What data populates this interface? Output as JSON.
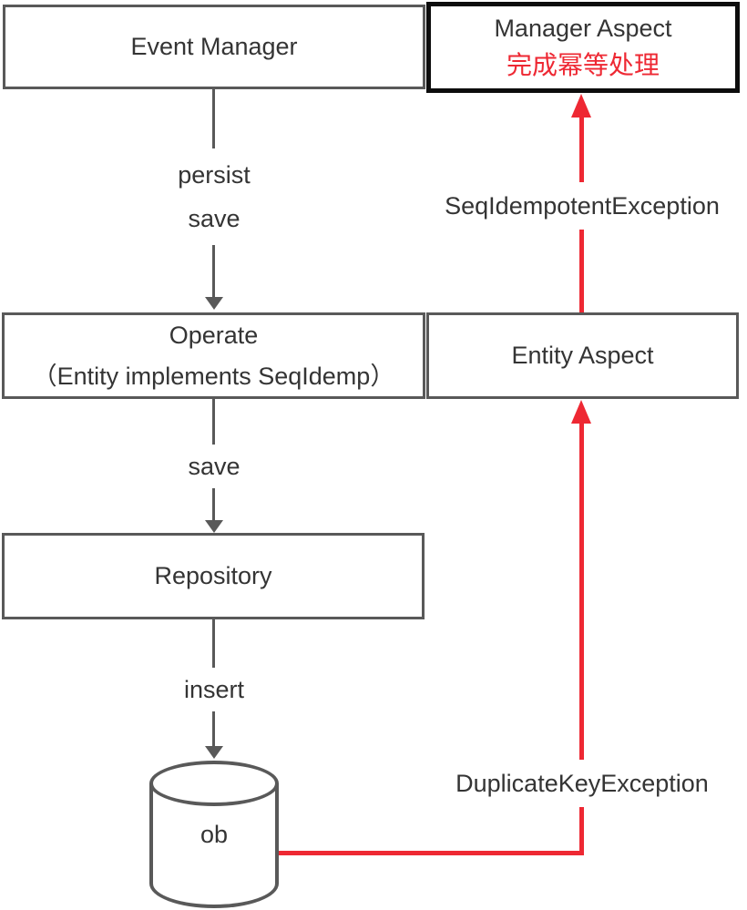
{
  "colors": {
    "background": "#ffffff",
    "node_border": "#595959",
    "highlight_border": "#0d0d0d",
    "text": "#343434",
    "accent_red": "#ee2833"
  },
  "nodes": {
    "event_manager": {
      "label": "Event Manager"
    },
    "manager_aspect": {
      "title": "Manager Aspect",
      "subtitle": "完成幂等处理"
    },
    "operate": {
      "title": "Operate",
      "subtitle": "（Entity implements SeqIdemp）"
    },
    "entity_aspect": {
      "label": "Entity Aspect"
    },
    "repository": {
      "label": "Repository"
    },
    "database": {
      "label": "ob"
    }
  },
  "edges": {
    "event_to_operate": {
      "labels": [
        "persist",
        "save"
      ]
    },
    "operate_to_repository": {
      "label": "save"
    },
    "repository_to_database": {
      "label": "insert"
    },
    "entity_to_manager": {
      "label": "SeqIdempotentException"
    },
    "database_to_entity": {
      "label": "DuplicateKeyException"
    }
  }
}
